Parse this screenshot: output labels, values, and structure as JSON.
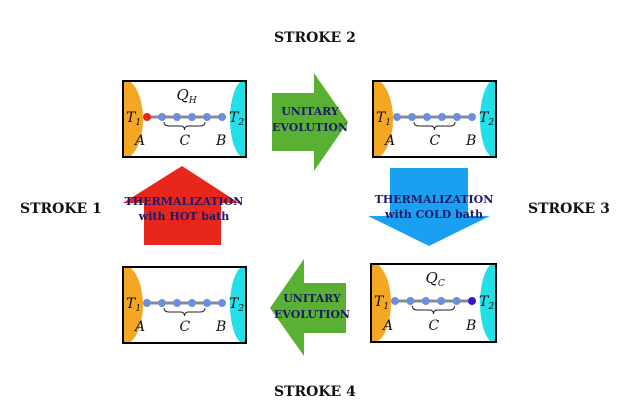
{
  "strokes": {
    "s1": "STROKE 1",
    "s2": "STROKE 2",
    "s3": "STROKE 3",
    "s4": "STROKE 4"
  },
  "arrows": {
    "top": {
      "line1": "UNITARY",
      "line2": "EVOLUTION",
      "color": "#5ab033"
    },
    "right": {
      "line1": "THERMALIZATION",
      "line2": "with COLD bath",
      "color": "#1aa0f0"
    },
    "bottom": {
      "line1": "UNITARY",
      "line2": "EVOLUTION",
      "color": "#5ab033"
    },
    "left": {
      "line1": "THERMALIZATION",
      "line2": "with HOT bath",
      "color": "#e8261c"
    }
  },
  "boxes": {
    "tl": {
      "heat": "Q",
      "heat_sub": "H",
      "t1": "T",
      "t1_sub": "1",
      "t2": "T",
      "t2_sub": "2",
      "a": "A",
      "c": "C",
      "b": "B"
    },
    "tr": {
      "heat": "",
      "heat_sub": "",
      "t1": "T",
      "t1_sub": "1",
      "t2": "T",
      "t2_sub": "2",
      "a": "A",
      "c": "C",
      "b": "B"
    },
    "br": {
      "heat": "Q",
      "heat_sub": "C",
      "t1": "T",
      "t1_sub": "1",
      "t2": "T",
      "t2_sub": "2",
      "a": "A",
      "c": "C",
      "b": "B"
    },
    "bl": {
      "heat": "",
      "heat_sub": "",
      "t1": "T",
      "t1_sub": "1",
      "t2": "T",
      "t2_sub": "2",
      "a": "A",
      "c": "C",
      "b": "B"
    }
  },
  "colors": {
    "hot_bath": "#f5a623",
    "cold_bath": "#22e0e8",
    "spin": "#6a8fe0",
    "spin_hot_end": "#e8261c",
    "spin_cold_end": "#2a1acc"
  }
}
